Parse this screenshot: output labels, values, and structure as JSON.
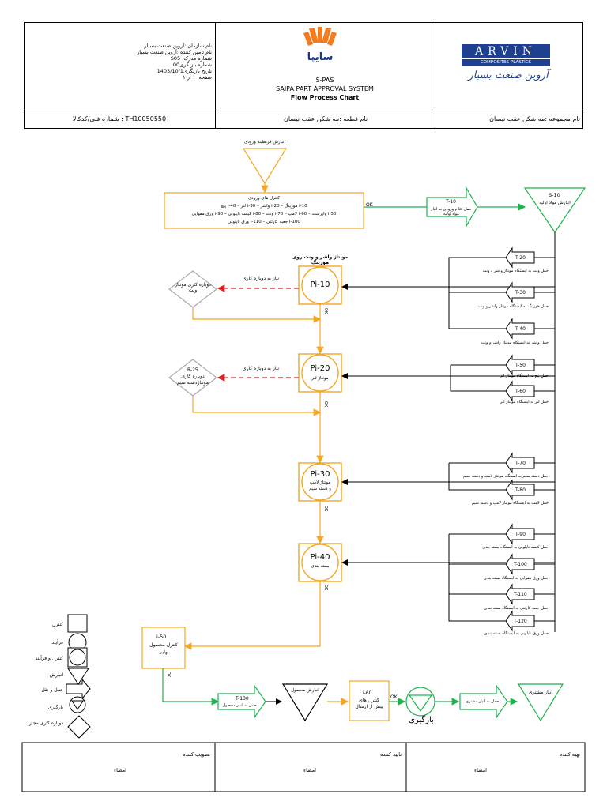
{
  "header": {
    "org_lines": [
      "نام سازمان :آروین صنعت بسیار",
      "نام تامین کننده :آروین صنعت بسیار",
      "شماره مدرک: S05",
      "شماره بازنگری00",
      "تاریخ بازنگری1403/10/1",
      "صفحه: ۱ از ۱"
    ],
    "saipa_name": "سايپا",
    "title1": "S-PAS",
    "title2": "SAIPA PART APPROVAL SYSTEM",
    "title3": "Flow Process Chart",
    "arvin_name": "ARVIN",
    "arvin_sub": "COMPOSITES-PLASTICS",
    "arvin_fa": "آروین صنعت بسیار",
    "code_label": "TH10050550 : شماره فنی/کدکالا",
    "part_label": "نام قطعه :مه شکن عقب نیسان",
    "assembly_label": "نام مجموعه :مه شکن عقب نیسان"
  },
  "flow": {
    "store_in_label": "انبارش قرنطینه ورودی",
    "inspect_lines": [
      "کنترل های ورودی",
      "i-10 هوزینگ – i-20 واشر – i-30 لنز – i-40 پیچ",
      "i-50 وایرست – i-60 لامپ – i-70 ونت – i-80 کیسه نایلونی – i-90 ورق مقوایی",
      "i-100 جعبه کارتنی – i-110 ورق نایلونی"
    ],
    "ok": "OK",
    "t10_code": "T-10",
    "t10_text": "حمل اقلام ورودی به انبار مواد اولیه",
    "s10_code": "S-10",
    "s10_text": "انبارش مواد اولیه",
    "pi10_title": "مونتاژ واشر و ونت روی هوزینگ",
    "pi10": "Pi-10",
    "pi20": "Pi-20",
    "pi20_sub": "مونتاژ لنز",
    "pi30": "Pi-30",
    "pi30_sub1": "مونتاژ لامپ",
    "pi30_sub2": "و دسته سیم",
    "pi40": "Pi-40",
    "pi40_sub": "بسته بندی",
    "rework_need": "نیاز به دوباره کاری",
    "rework1": "دوباره کاری مونتاژ ونت",
    "r25_code": "R-25",
    "rework2_a": "دوباره کاری",
    "rework2_b": "مونتاژدسته سیم",
    "i50_code": "i-50",
    "i50_text1": "کنترل محصول",
    "i50_text2": "نهایی",
    "t130_code": "T-130",
    "t130_text": "حمل به انبار محصول",
    "store_prod": "انبارش محصول",
    "i60_code": "i-60",
    "i60_text1": "کنترل های",
    "i60_text2": "پیش از ارسال",
    "ship_label": "بارگیری",
    "t_cust": "حمل به انبار مشتری",
    "store_cust": "انبار مشتری",
    "transports": [
      {
        "code": "T-20",
        "text": "حمل ونت به ایستگاه مونتاژ واشر و ونت"
      },
      {
        "code": "T-30",
        "text": "حمل هوزینگ به ایستگاه مونتاژ واشر و ونت"
      },
      {
        "code": "T-40",
        "text": "حمل واشر به ایستگاه مونتاژ واشر و ونت"
      },
      {
        "code": "T-50",
        "text": "حمل پیچ به ایستگاه مونتاژ لنز"
      },
      {
        "code": "T-60",
        "text": "حمل لنز به ایستگاه مونتاژ لنز"
      },
      {
        "code": "T-70",
        "text": "حمل دسته سیم به ایستگاه مونتاژ لامپ و دسته سیم"
      },
      {
        "code": "T-80",
        "text": "حمل لامپ به ایستگاه مونتاژ لامپ و دسته سیم"
      },
      {
        "code": "T-90",
        "text": "حمل کیسه نایلونی به ایستگاه بسته بندی"
      },
      {
        "code": "T-100",
        "text": "حمل ورق مقوایی به ایستگاه بسته بندی"
      },
      {
        "code": "T-110",
        "text": "حمل جعبه کارتنی به ایستگاه بسته بندی"
      },
      {
        "code": "T-120",
        "text": "حمل ورق نایلونی به ایستگاه بسته بندی"
      }
    ],
    "ok_vertical": "OK"
  },
  "legend": [
    {
      "label": "کنترل",
      "icon": "square-icon"
    },
    {
      "label": "فرآیند",
      "icon": "circle-icon"
    },
    {
      "label": "کنترل و فرآیند",
      "icon": "circle-in-square-icon"
    },
    {
      "label": "انبارش",
      "icon": "triangle-icon"
    },
    {
      "label": "حمل و نقل",
      "icon": "arrow-icon"
    },
    {
      "label": "بارگیری",
      "icon": "circle-triangle-icon"
    },
    {
      "label": "دوباره کاری مجاز",
      "icon": "diamond-icon"
    }
  ],
  "footer": {
    "approve": "تصویب کننده",
    "confirm": "تایید کننده",
    "prepare": "تهیه کننده",
    "sign": "امضاء"
  },
  "colors": {
    "orange": "#f5a623",
    "green": "#22b14c",
    "red": "#e02020",
    "gray": "#aaaaaa"
  }
}
